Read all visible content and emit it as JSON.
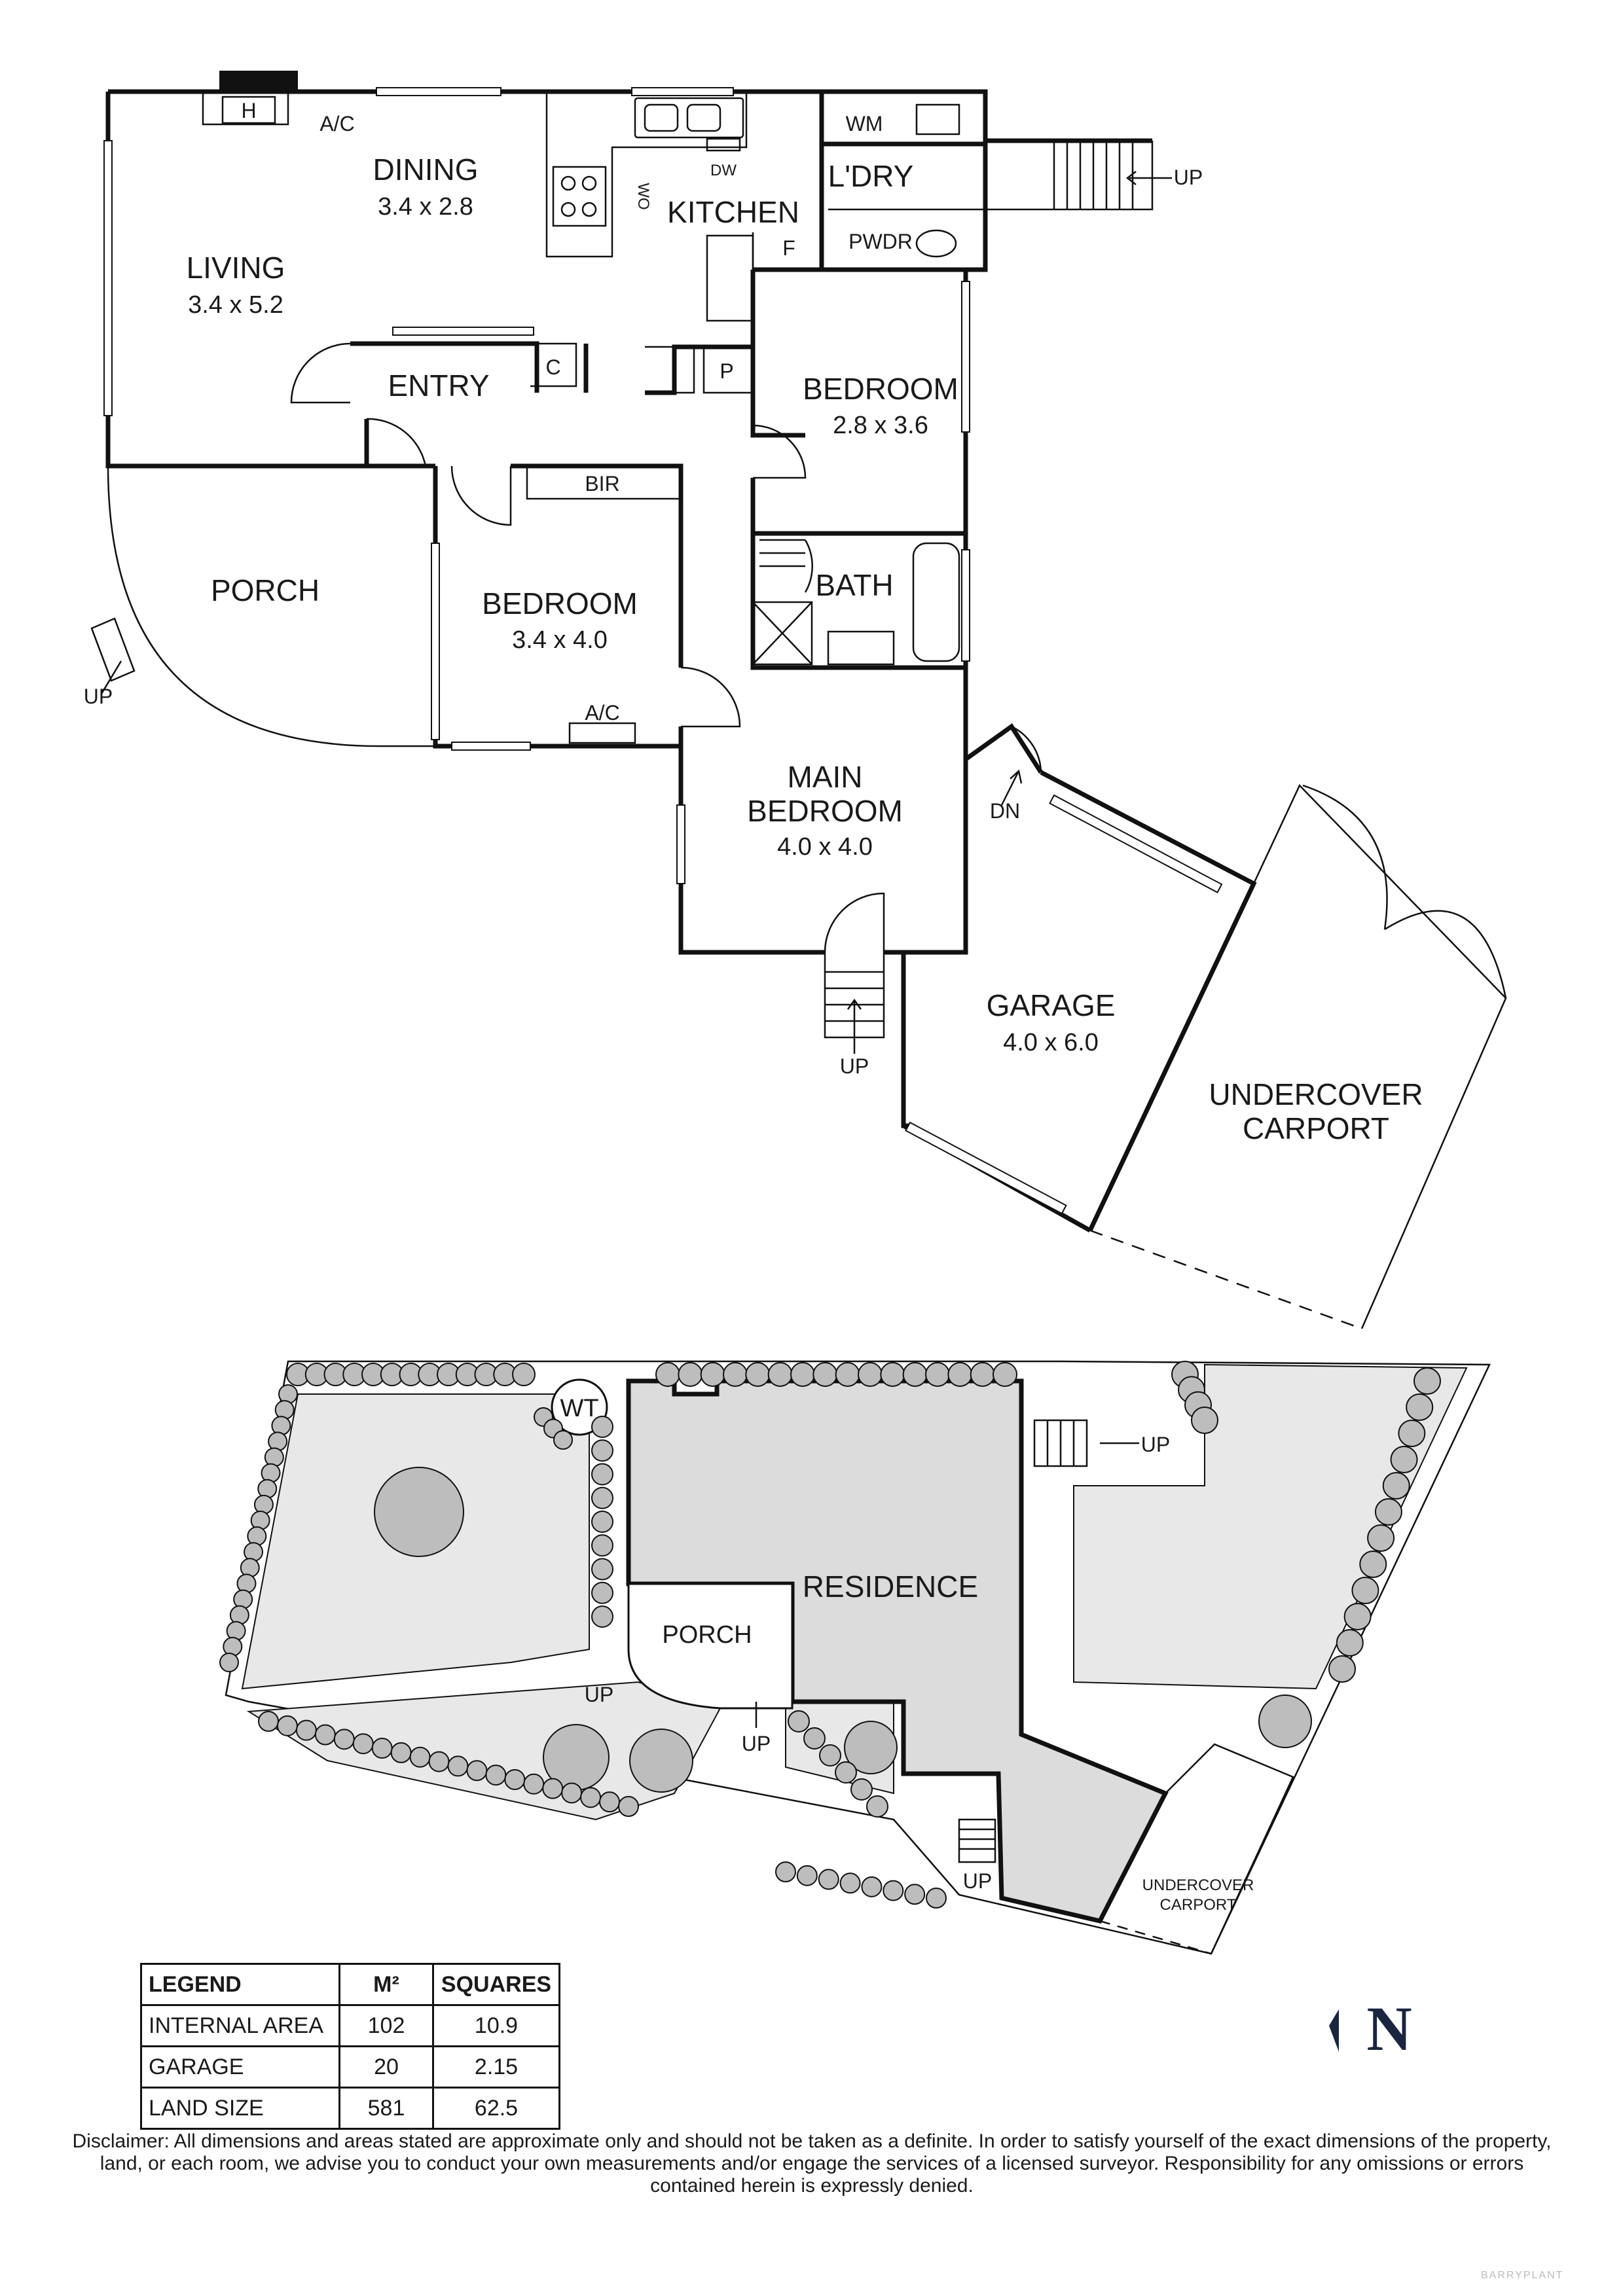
{
  "floor_plan": {
    "rooms": {
      "living": {
        "name": "LIVING",
        "dim": "3.4 x 5.2"
      },
      "dining": {
        "name": "DINING",
        "dim": "3.4 x 2.8"
      },
      "kitchen": {
        "name": "KITCHEN"
      },
      "laundry": {
        "name": "L'DRY"
      },
      "powder": {
        "name": "PWDR"
      },
      "entry": {
        "name": "ENTRY"
      },
      "bedroom_1": {
        "name": "BEDROOM",
        "dim": "2.8 x 3.6"
      },
      "bedroom_2": {
        "name": "BEDROOM",
        "dim": "3.4 x 4.0"
      },
      "porch": {
        "name": "PORCH"
      },
      "bath": {
        "name": "BATH"
      },
      "main_bedroom": {
        "name_line1": "MAIN",
        "name_line2": "BEDROOM",
        "dim": "4.0 x 4.0"
      },
      "garage": {
        "name": "GARAGE",
        "dim": "4.0 x 6.0"
      },
      "carport": {
        "name_line1": "UNDERCOVER",
        "name_line2": "CARPORT"
      }
    },
    "fixtures": {
      "heater": "H",
      "ac_living": "A/C",
      "ac_bedroom": "A/C",
      "dishwasher": "DW",
      "oven": "WO",
      "fridge": "F",
      "washing_machine": "WM",
      "pantry": "P",
      "cupboard": "C",
      "bir": "BIR"
    },
    "stairs": {
      "up_laundry": "UP",
      "up_porch": "UP",
      "up_main": "UP",
      "dn_garage": "DN"
    }
  },
  "site_plan": {
    "residence": "RESIDENCE",
    "porch": "PORCH",
    "water_tank": "WT",
    "carport_line1": "UNDERCOVER",
    "carport_line2": "CARPORT",
    "up_labels": [
      "UP",
      "UP",
      "UP",
      "UP"
    ]
  },
  "legend": {
    "headers": [
      "LEGEND",
      "M²",
      "SQUARES"
    ],
    "rows": [
      {
        "label": "INTERNAL AREA",
        "m2": "102",
        "squares": "10.9"
      },
      {
        "label": "GARAGE",
        "m2": "20",
        "squares": "2.15"
      },
      {
        "label": "LAND SIZE",
        "m2": "581",
        "squares": "62.5"
      }
    ]
  },
  "north": "N",
  "disclaimer": "Disclaimer: All dimensions and areas stated are approximate only and should not be taken as a definite. In order to satisfy yourself of the exact dimensions of the property, land, or each room, we advise you to conduct your own measurements and/or engage the services of a licensed surveyor. Responsibility for any omissions or errors contained herein is expressly denied.",
  "watermark": "BARRYPLANT"
}
